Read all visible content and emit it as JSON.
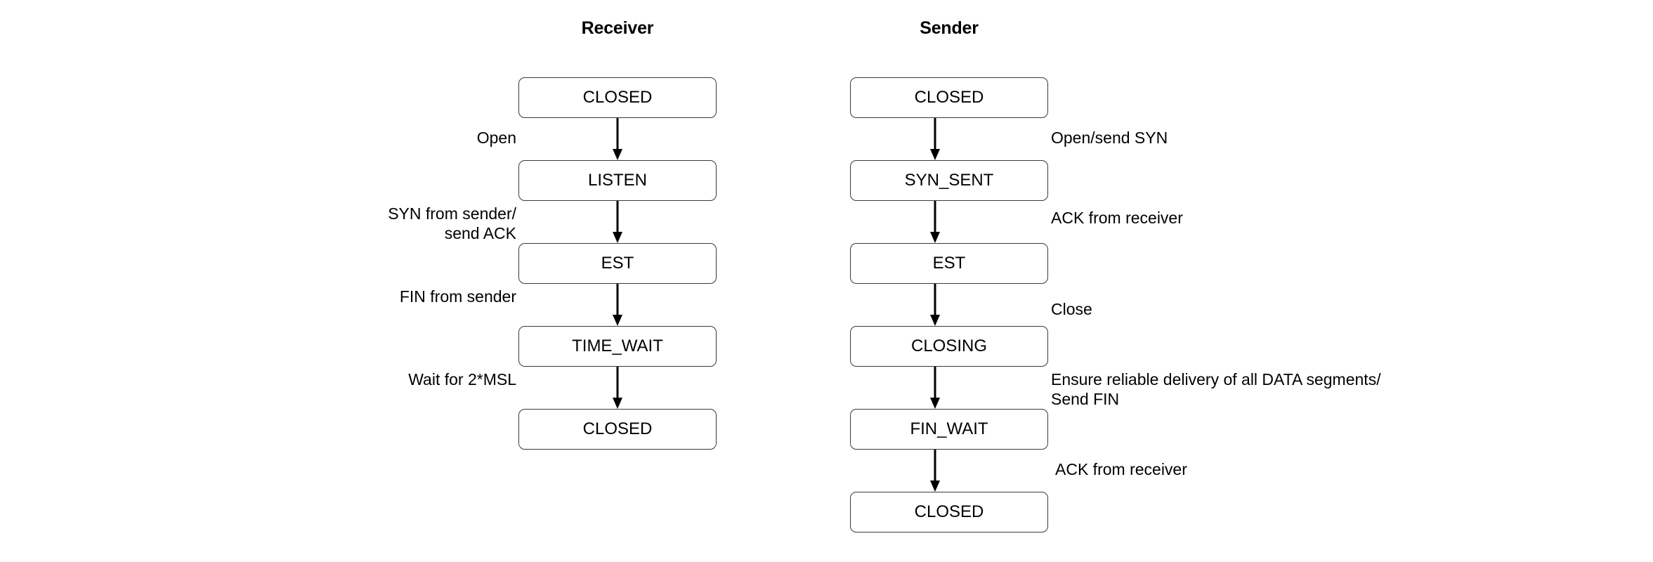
{
  "diagram": {
    "title_receiver": "Receiver",
    "title_sender": "Sender",
    "stroke_color": "#3a3a3a",
    "text_color": "#000000",
    "background_color": "#ffffff"
  },
  "receiver": {
    "title": "Receiver",
    "states": [
      {
        "label": "CLOSED"
      },
      {
        "label": "LISTEN"
      },
      {
        "label": "EST"
      },
      {
        "label": "TIME_WAIT"
      },
      {
        "label": "CLOSED"
      }
    ],
    "transitions": [
      {
        "label": "Open"
      },
      {
        "label": "SYN from sender/\nsend ACK"
      },
      {
        "label": "FIN from sender"
      },
      {
        "label": "Wait for 2*MSL"
      }
    ]
  },
  "sender": {
    "title": "Sender",
    "states": [
      {
        "label": "CLOSED"
      },
      {
        "label": "SYN_SENT"
      },
      {
        "label": "EST"
      },
      {
        "label": "CLOSING"
      },
      {
        "label": "FIN_WAIT"
      },
      {
        "label": "CLOSED"
      }
    ],
    "transitions": [
      {
        "label": "Open/send SYN"
      },
      {
        "label": "ACK from receiver"
      },
      {
        "label": "Close"
      },
      {
        "label": "Ensure reliable delivery of all DATA segments/\nSend FIN"
      },
      {
        "label": "ACK from receiver"
      }
    ]
  }
}
